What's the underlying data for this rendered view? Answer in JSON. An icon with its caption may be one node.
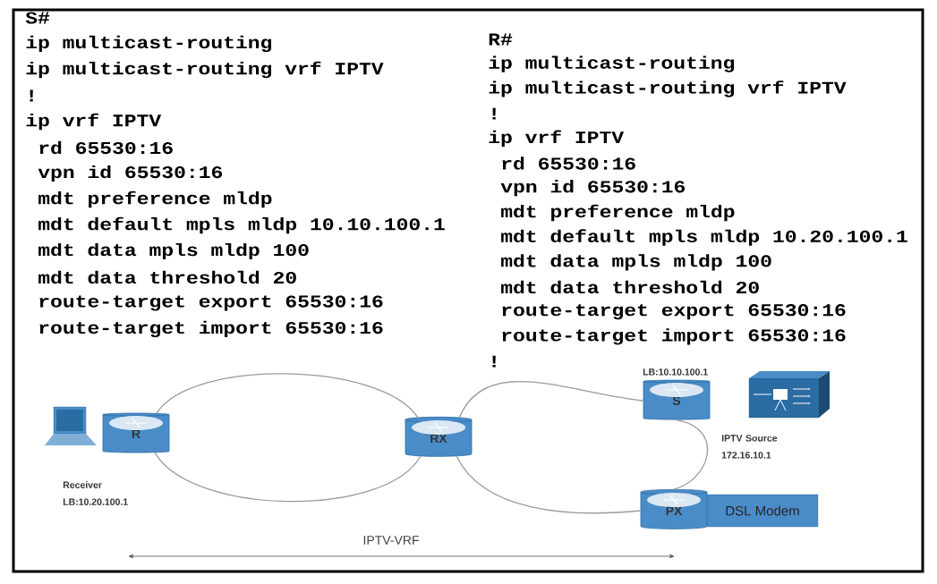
{
  "diagram": {
    "nodes": [
      {
        "text": [],
        "shape": "laptop"
      },
      {
        "text": [
          "R"
        ],
        "beside": [
          "Receiver LB:10.20.100.1"
        ]
      },
      {
        "text": [
          "RX"
        ]
      },
      {
        "text": [
          "S"
        ],
        "beside": [
          "LB:10.10.100.1"
        ]
      },
      {
        "text": [],
        "shape": "box",
        "beside": [
          "IPTV Source 172.16.10.1"
        ]
      },
      {
        "text": [
          "PX"
        ]
      },
      {
        "text": [
          "DSL Modem"
        ]
      }
    ],
    "edges": [
      {
        "from": 1,
        "to": 2,
        "arrow": "none"
      },
      {
        "from": 1,
        "to": 2,
        "arrow": "none"
      },
      {
        "from": 2,
        "to": 3,
        "arrow": "none"
      },
      {
        "from": 3,
        "to": 5,
        "arrow": "none"
      },
      {
        "from": 5,
        "to": 2,
        "arrow": "none"
      }
    ],
    "labels": [
      "S#",
      "ip multicast-routing",
      "ip multicast-routing vrf IPTV",
      "!",
      "ip vrf IPTV",
      "rd 65530:16",
      "vpn id 65530:16",
      "mdt preference mldp",
      "mdt default mpls mldp 10.10.100.1",
      "mdt data mpls mldp 100",
      "mdt data threshold 20",
      "route-target export 65530:16",
      "route-target import 65530:16",
      "R#",
      "ip multicast-routing",
      "ip multicast-routing vrf IPTV",
      "!",
      "ip vrf IPTV",
      "rd 65530:16",
      "vpn id 65530:16",
      "mdt preference mldp",
      "mdt default mpls mldp 10.20.100.1",
      "mdt data mpls mldp 100",
      "mdt data threshold 20",
      "route-target export 65530:16",
      "route-target import 65530:16",
      "!",
      "IPTV-VRF"
    ]
  }
}
